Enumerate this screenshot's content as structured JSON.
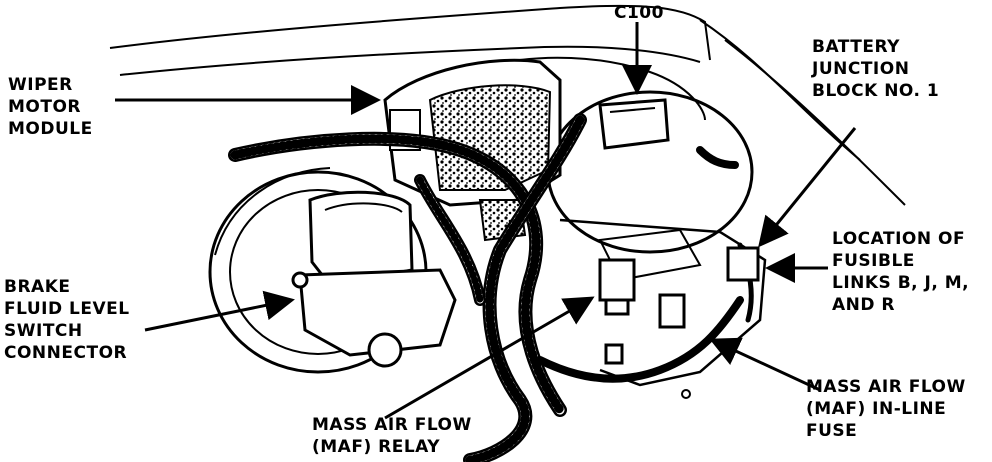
{
  "labels": {
    "c100": [
      "C100"
    ],
    "battery_junction": [
      "BATTERY",
      "JUNCTION",
      "BLOCK NO. 1"
    ],
    "wiper_motor": [
      "WIPER",
      "MOTOR",
      "MODULE"
    ],
    "fusible_links": [
      "LOCATION OF",
      "FUSIBLE",
      "LINKS B, J, M,",
      "AND R"
    ],
    "brake_fluid": [
      "BRAKE",
      "FLUID LEVEL",
      "SWITCH",
      "CONNECTOR"
    ],
    "maf_fuse": [
      "MASS AIR FLOW",
      "(MAF) IN-LINE",
      "FUSE"
    ],
    "maf_relay": [
      "MASS AIR FLOW",
      "(MAF) RELAY"
    ]
  }
}
